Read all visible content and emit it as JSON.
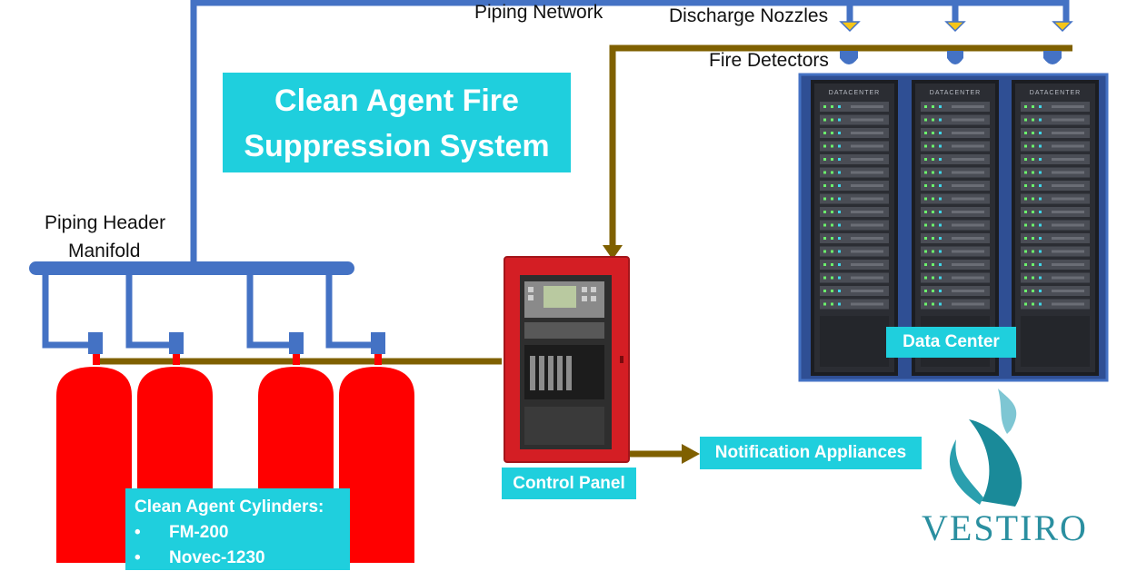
{
  "title": {
    "line1": "Clean Agent Fire",
    "line2": "Suppression System"
  },
  "labels": {
    "piping_network": "Piping Network",
    "discharge_nozzles": "Discharge Nozzles",
    "fire_detectors": "Fire Detectors",
    "piping_header_line1": "Piping Header",
    "piping_header_line2": "Manifold",
    "data_center": "Data Center",
    "control_panel": "Control Panel",
    "notification_appliances": "Notification Appliances"
  },
  "cylinders": {
    "heading": "Clean Agent Cylinders:",
    "agents": [
      "FM-200",
      "Novec-1230"
    ]
  },
  "rack_label": "DATACENTER",
  "brand": "VESTIRO",
  "colors": {
    "pipe": "#4472c4",
    "detector_wire": "#7f6000",
    "cylinder": "#ff0000",
    "label_box": "#1fcfdd",
    "nozzle": "#f5c518",
    "control_panel": "#d41e24",
    "rack_frame": "#4472c4",
    "brand": "#2a8fa0"
  },
  "icons": {
    "nozzle": "nozzle-icon",
    "detector": "detector-icon",
    "logo": "flame-leaf-logo"
  }
}
